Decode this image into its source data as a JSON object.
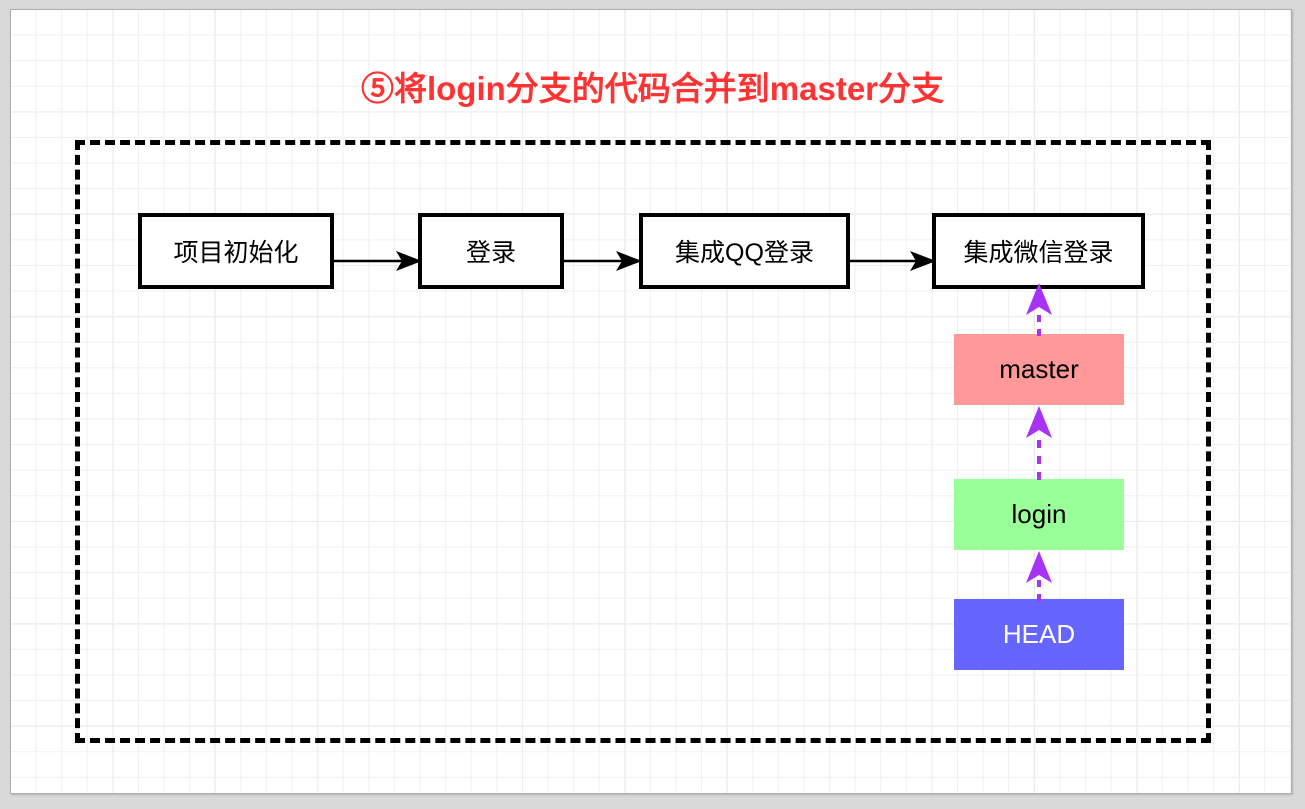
{
  "diagram": {
    "title": "⑤将login分支的代码合并到master分支",
    "title_color": "#ff3333",
    "canvas_background": "#ffffff",
    "grid_color": "#d2d2d2",
    "container_border_style": "dashed",
    "container_border_color": "#000000",
    "flow": {
      "boxes": [
        {
          "label": "项目初始化",
          "fill": "#ffffff",
          "stroke": "#000000"
        },
        {
          "label": "登录",
          "fill": "#ffffff",
          "stroke": "#000000"
        },
        {
          "label": "集成QQ登录",
          "fill": "#ffffff",
          "stroke": "#000000"
        },
        {
          "label": "集成微信登录",
          "fill": "#ffffff",
          "stroke": "#000000"
        }
      ],
      "connectors": [
        {
          "from": "项目初始化",
          "to": "登录",
          "style": "solid",
          "color": "#000000"
        },
        {
          "from": "登录",
          "to": "集成QQ登录",
          "style": "solid",
          "color": "#000000"
        },
        {
          "from": "集成QQ登录",
          "to": "集成微信登录",
          "style": "solid",
          "color": "#000000"
        }
      ]
    },
    "branches": {
      "boxes": [
        {
          "label": "master",
          "fill": "#ff9999",
          "text_color": "#000000"
        },
        {
          "label": "login",
          "fill": "#99ff99",
          "text_color": "#000000"
        },
        {
          "label": "HEAD",
          "fill": "#6666ff",
          "text_color": "#ffffff"
        }
      ],
      "pointer_color": "#a633f5",
      "pointer_style": "dashed",
      "pointers": [
        {
          "from": "master",
          "to": "集成微信登录"
        },
        {
          "from": "login",
          "to": "master"
        },
        {
          "from": "HEAD",
          "to": "login"
        }
      ]
    }
  }
}
